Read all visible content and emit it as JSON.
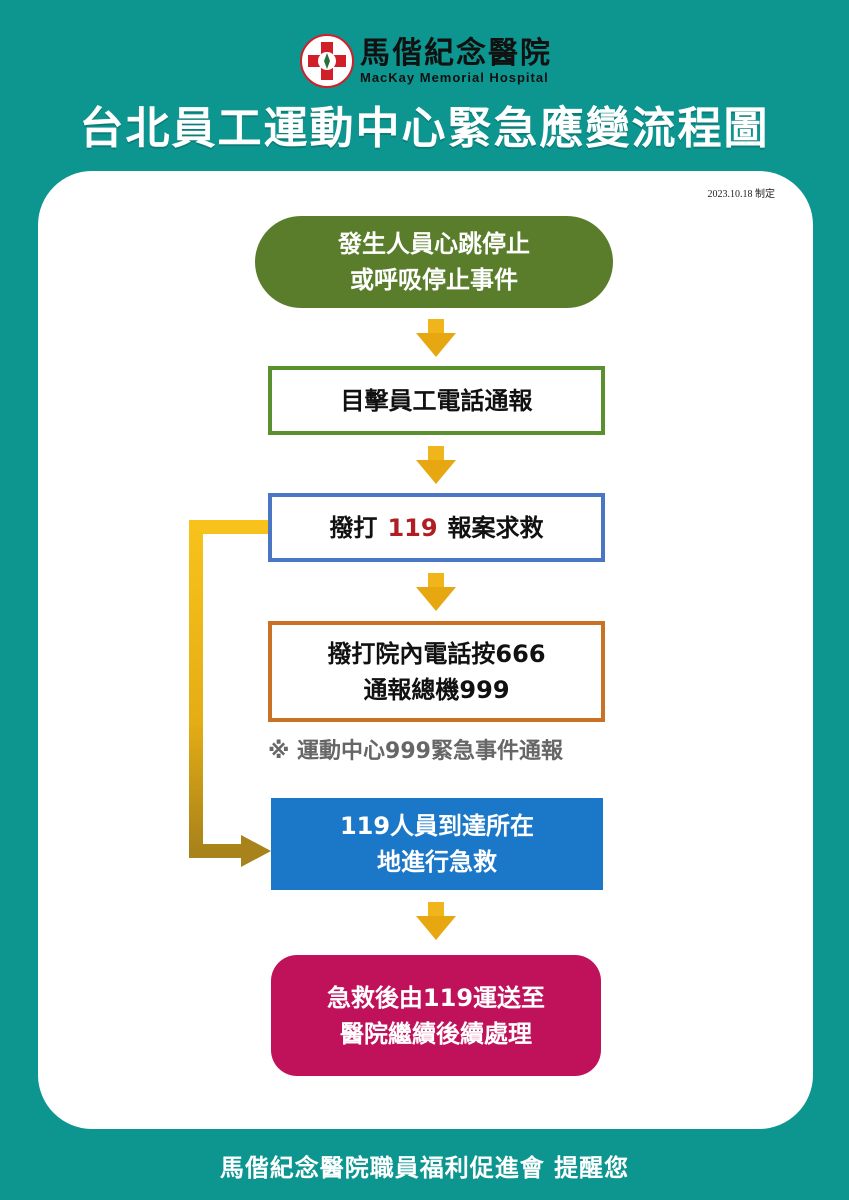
{
  "header": {
    "logo_zh": "馬偕紀念醫院",
    "logo_en": "MacKay  Memorial  Hospital",
    "title": "台北員工運動中心緊急應變流程圖"
  },
  "date": "2023.10.18 制定",
  "nodes": {
    "start": [
      "發生人員心跳停止",
      "或呼吸停止事件"
    ],
    "report": "目擊員工電話通報",
    "call119": {
      "prefix": "撥打",
      "number": "119",
      "suffix": "報案求救"
    },
    "internal": [
      "撥打院內電話按666",
      "通報總機999"
    ],
    "note": "※ 運動中心999緊急事件通報",
    "rescue": [
      "119人員到達所在",
      "地進行急救"
    ],
    "transport": [
      "急救後由119運送至",
      "醫院繼續後續處理"
    ]
  },
  "colors": {
    "background": "#0d9590",
    "start": "#5a7d2b",
    "report_border": "#5a9030",
    "call_border": "#4a76c4",
    "internal_border": "#c97226",
    "rescue": "#1b78c8",
    "transport": "#c0125b",
    "arrow": "#f0b51a",
    "highlight": "#b01e24"
  },
  "footer": "馬偕紀念醫院職員福利促進會  提醒您"
}
